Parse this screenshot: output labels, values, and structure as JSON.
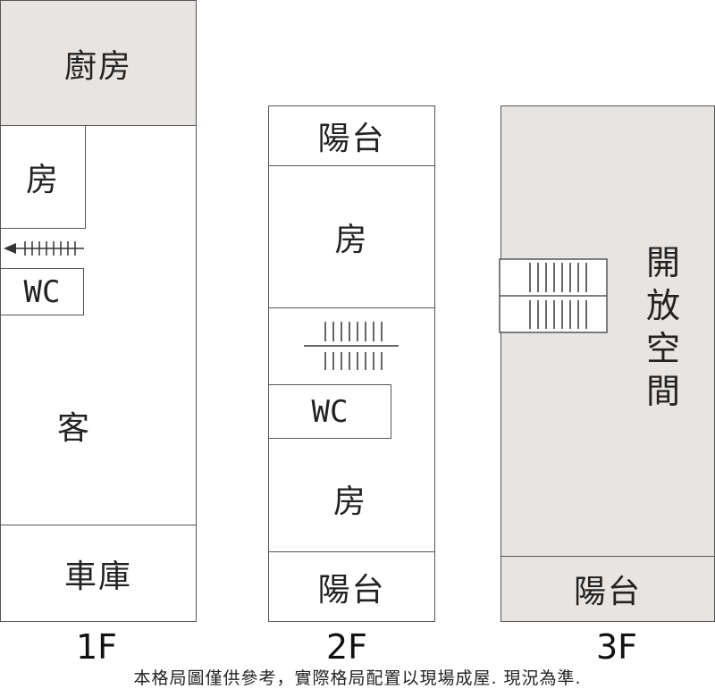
{
  "floor1": {
    "kitchen": "廚房",
    "bedroom": "房",
    "wc": "WC",
    "living": "客",
    "garage": "車庫",
    "label": "1F"
  },
  "floor2": {
    "balcony_top": "陽台",
    "bedroom_upper": "房",
    "wc": "WC",
    "bedroom_lower": "房",
    "balcony_bottom": "陽台",
    "label": "2F"
  },
  "floor3": {
    "open_space": [
      "開",
      "放",
      "空",
      "間"
    ],
    "balcony": "陽台",
    "label": "3F"
  },
  "disclaimer": "本格局圖僅供參考，實際格局配置以現場成屋. 現況為準.",
  "colors": {
    "shaded": "#e7e4e2",
    "line": "#555555"
  }
}
